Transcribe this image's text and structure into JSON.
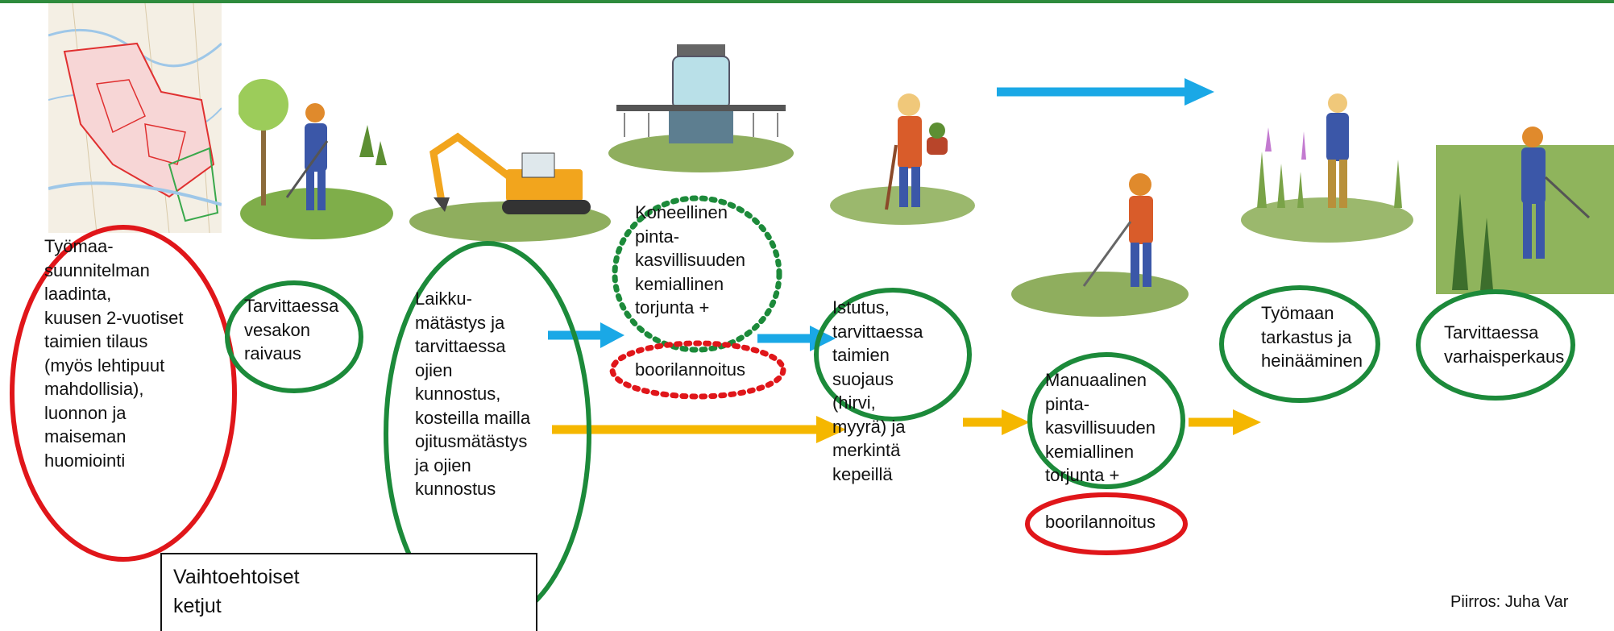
{
  "colors": {
    "top_rule": "#2e8b3d",
    "circle_green": "#1c8a3a",
    "circle_red": "#e0161a",
    "arrow_blue": "#1aa8e6",
    "arrow_yellow": "#f5b700"
  },
  "steps": {
    "tyomaa": "Työmaa-\nsuunnitelman\nlaadinta,\nkuusen 2-vuotiset\ntaimien tilaus\n(myös lehtipuut\nmahdollisia),\nluonnon ja\nmaiseman\nhuomiointi",
    "raivaus": "Tarvittaessa\nvesakon\nraivaus",
    "laikku": "Laikku-\nmätästys ja\ntarvittaessa\nojien\nkunnostus,\nkosteilla mailla\nojitusmätästys\nja ojien\nkunnostus",
    "koneellinen": "Koneellinen\npinta-\nkasvillisuuden\nkemiallinen\ntorjunta +",
    "boori1": "boorilannoitus",
    "istutus": "Istutus,\ntarvittaessa\ntaimien\nsuojaus\n(hirvi,\nmyyrä) ja\nmerkintä\nkepeillä",
    "manuaalinen": "Manuaalinen\npinta-\nkasvillisuuden\nkemiallinen\ntorjunta +",
    "boori2": "boorilannoitus",
    "tarkastus": "Työmaan\ntarkastus ja\nheinääminen",
    "varhais": "Tarvittaessa\nvarhaisperkaus"
  },
  "legend": {
    "title": "Vaihtoehtoiset\nketjut"
  },
  "credit": "Piirros: Juha Var"
}
